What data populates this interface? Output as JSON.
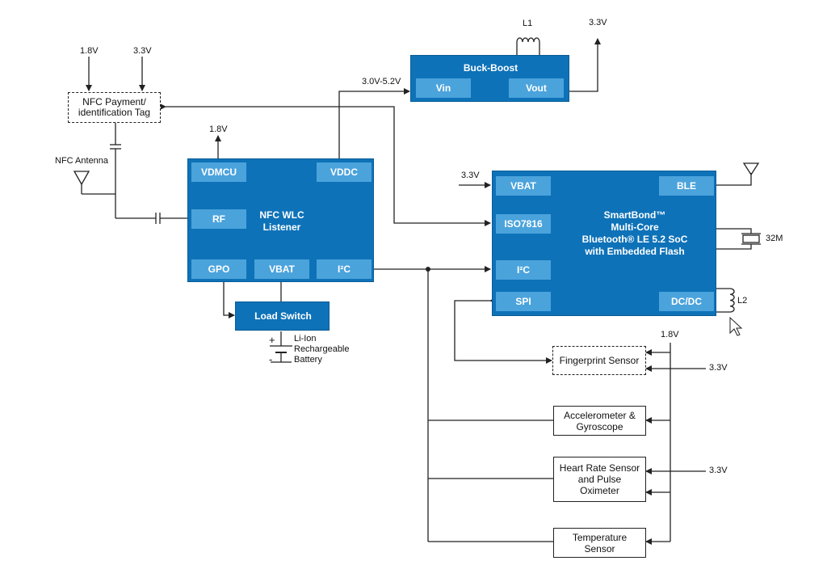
{
  "labels": {
    "v18_left": "1.8V",
    "v33_left": "3.3V",
    "nfc_antenna": "NFC Antenna",
    "v18_nfc": "1.8V",
    "vrange": "3.0V-5.2V",
    "l1": "L1",
    "v33_buck": "3.3V",
    "v33_vbat": "3.3V",
    "xtal": "32M",
    "l2": "L2",
    "v18_sensors": "1.8V",
    "v33_fp": "3.3V",
    "v33_hr": "3.3V",
    "battery": "Li-Ion\nRechargeable\nBattery",
    "batt_plus": "+",
    "batt_minus": "-"
  },
  "nfc_tag": {
    "title": "NFC Payment/\nidentification Tag"
  },
  "buck_boost": {
    "title": "Buck-Boost",
    "vin": "Vin",
    "vout": "Vout"
  },
  "nfc_wlc": {
    "title": "NFC WLC\nListener",
    "vdmcu": "VDMCU",
    "vddc": "VDDC",
    "rf": "RF",
    "gpo": "GPO",
    "vbat": "VBAT",
    "i2c": "I²C"
  },
  "load_switch": {
    "title": "Load Switch"
  },
  "smartbond": {
    "title": "SmartBond™\nMulti-Core\nBluetooth® LE 5.2 SoC\nwith Embedded Flash",
    "vbat": "VBAT",
    "ble": "BLE",
    "iso7816": "ISO7816",
    "i2c": "I²C",
    "spi": "SPI",
    "dcdc": "DC/DC"
  },
  "sensors": {
    "fingerprint": "Fingerprint Sensor",
    "accel": "Accelerometer &\nGyroscope",
    "heart": "Heart Rate Sensor\nand Pulse\nOximeter",
    "temp": "Temperature\nSensor"
  },
  "colors": {
    "block": "#0e72b8",
    "pin": "#4ba3dc",
    "wire": "#222222"
  }
}
